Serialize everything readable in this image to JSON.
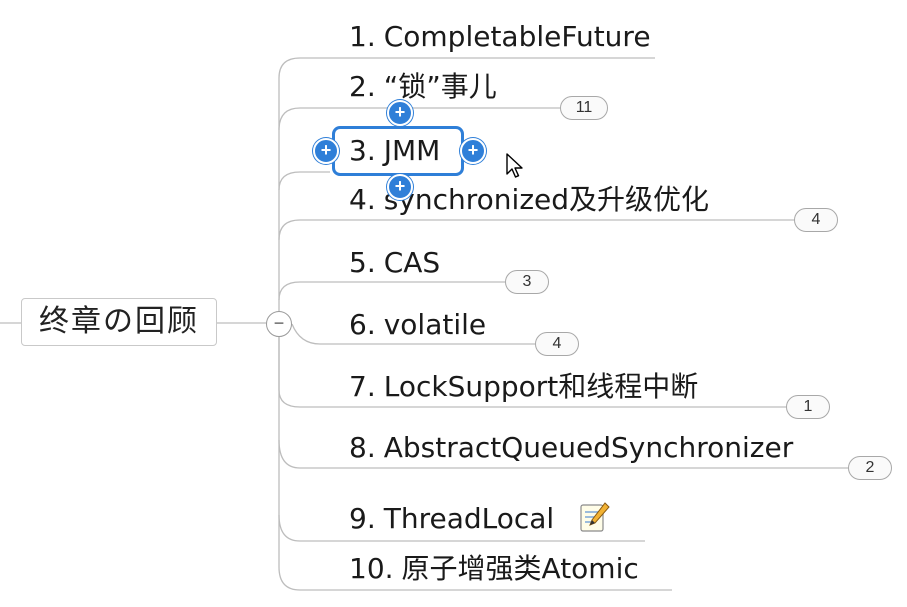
{
  "root": {
    "label": "终章の回顾",
    "collapse_symbol": "−"
  },
  "topics": [
    {
      "number": "1.",
      "label": "CompletableFuture",
      "count": ""
    },
    {
      "number": "2.",
      "label": "“锁”事儿",
      "count": "11"
    },
    {
      "number": "3.",
      "label": "JMM",
      "count": ""
    },
    {
      "number": "4.",
      "label": "synchronized及升级优化",
      "count": "4"
    },
    {
      "number": "5.",
      "label": "CAS",
      "count": "3"
    },
    {
      "number": "6.",
      "label": "volatile",
      "count": "4"
    },
    {
      "number": "7.",
      "label": "LockSupport和线程中断",
      "count": "1"
    },
    {
      "number": "8.",
      "label": "AbstractQueuedSynchronizer",
      "count": "2"
    },
    {
      "number": "9.",
      "label": "ThreadLocal",
      "count": "",
      "icon": "note-icon"
    },
    {
      "number": "10.",
      "label": "原子增强类Atomic",
      "count": ""
    }
  ],
  "selection_handles": {
    "symbol": "+"
  },
  "colors": {
    "selection": "#2f7fd8",
    "connector": "#bdbdbd",
    "text": "#1a1a1a"
  }
}
